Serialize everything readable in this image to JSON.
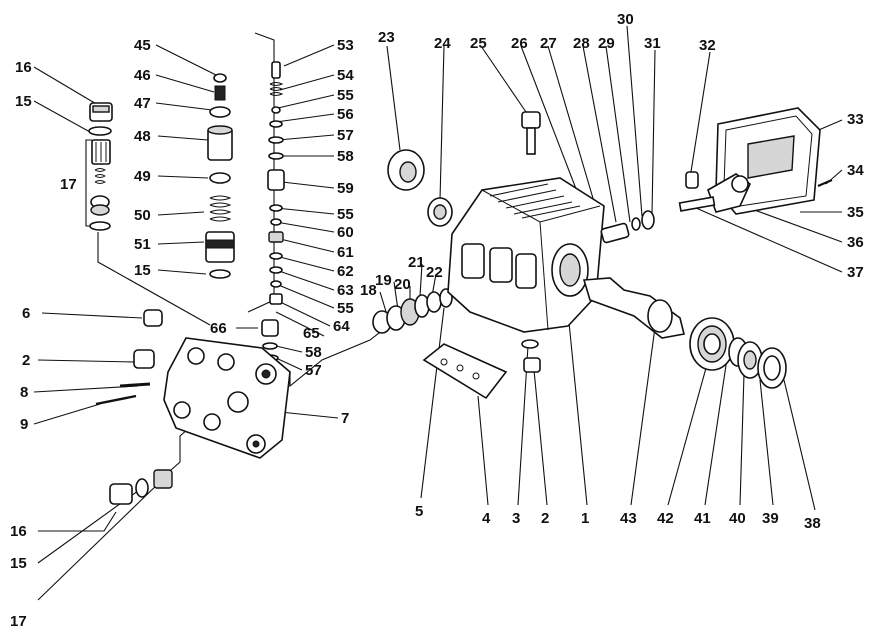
{
  "labels": [
    "16",
    "15",
    "17",
    "45",
    "46",
    "47",
    "48",
    "49",
    "50",
    "51",
    "15",
    "53",
    "54",
    "55",
    "56",
    "57",
    "58",
    "59",
    "55",
    "60",
    "61",
    "62",
    "63",
    "55",
    "64",
    "65",
    "66",
    "58",
    "57",
    "23",
    "24",
    "25",
    "26",
    "27",
    "28",
    "29",
    "30",
    "31",
    "32",
    "33",
    "34",
    "35",
    "36",
    "37",
    "6",
    "2",
    "8",
    "9",
    "7",
    "18",
    "19",
    "20",
    "21",
    "22",
    "5",
    "4",
    "3",
    "2",
    "1",
    "43",
    "42",
    "41",
    "40",
    "39",
    "38",
    "16",
    "15",
    "17"
  ]
}
